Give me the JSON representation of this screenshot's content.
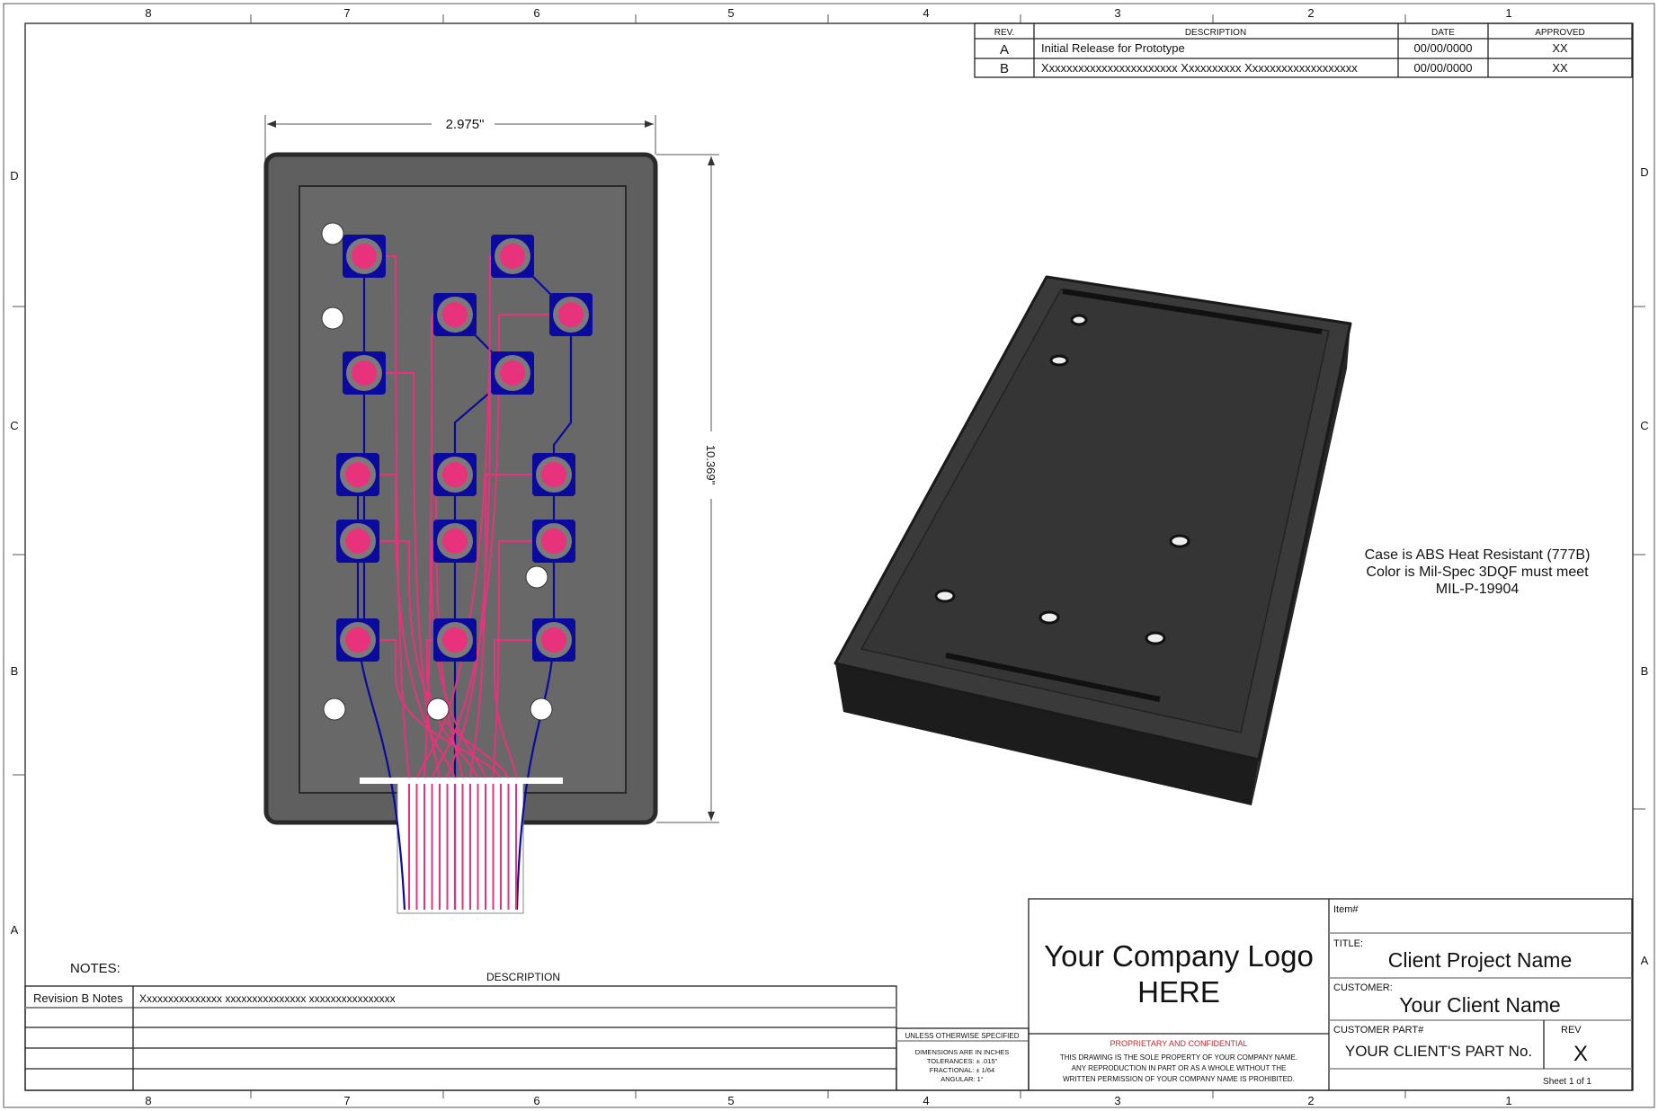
{
  "zones": {
    "columns": [
      "8",
      "7",
      "6",
      "5",
      "4",
      "3",
      "2",
      "1"
    ],
    "rows": [
      "D",
      "C",
      "B",
      "A"
    ]
  },
  "revision_table": {
    "headers": {
      "rev": "REV.",
      "description": "DESCRIPTION",
      "date": "DATE",
      "approved": "APPROVED"
    },
    "rows": [
      {
        "rev": "A",
        "description": "Initial Release for Prototype",
        "date": "00/00/0000",
        "approved": "XX"
      },
      {
        "rev": "B",
        "description": "Xxxxxxxxxxxxxxxxxxxxxxx Xxxxxxxxxx Xxxxxxxxxxxxxxxxxxx",
        "date": "00/00/0000",
        "approved": "XX"
      }
    ]
  },
  "dimensions": {
    "width": "2.975\"",
    "height": "10.369\""
  },
  "material_note": [
    "Case is ABS Heat Resistant (777B)",
    "Color is Mil-Spec 3DQF must meet",
    "MIL-P-19904"
  ],
  "notes": {
    "title": "NOTES:",
    "description_header": "DESCRIPTION",
    "rows": [
      {
        "label": "Revision B Notes",
        "text": "Xxxxxxxxxxxxxxx xxxxxxxxxxxxxxx xxxxxxxxxxxxxxxx"
      },
      {
        "label": "",
        "text": ""
      },
      {
        "label": "",
        "text": ""
      },
      {
        "label": "",
        "text": ""
      },
      {
        "label": "",
        "text": ""
      }
    ]
  },
  "tolerances": {
    "header": "UNLESS OTHERWISE SPECIFIED",
    "lines": [
      "DIMENSIONS ARE IN INCHES",
      "TOLERANCES: ± .015\"",
      "FRACTIONAL: ± 1/64",
      "ANGULAR: 1°"
    ]
  },
  "title_block": {
    "logo_line1": "Your Company Logo",
    "logo_line2": "HERE",
    "proprietary_title": "PROPRIETARY AND CONFIDENTIAL",
    "proprietary_lines": [
      "THIS DRAWING IS THE SOLE PROPERTY OF YOUR COMPANY NAME.",
      "ANY REPRODUCTION IN PART OR AS A WHOLE WITHOUT THE",
      "WRITTEN PERMISSION OF YOUR COMPANY NAME IS PROHIBITED."
    ],
    "item_label": "Item#",
    "title_label": "TITLE:",
    "title_value": "Client Project Name",
    "customer_label": "CUSTOMER:",
    "customer_value": "Your Client Name",
    "part_label": "CUSTOMER PART#",
    "part_value": "YOUR CLIENT'S PART No.",
    "rev_label": "REV",
    "rev_value": "X",
    "sheet": "Sheet 1 of 1"
  },
  "colors": {
    "case": "#5f5f5f",
    "case_edge": "#2a2a2a",
    "key_pad": "#0a0a9e",
    "dome": "#e8327c",
    "trace_pink": "#e8327c",
    "trace_blue": "#0a0a9e",
    "confidential": "#d0212a"
  }
}
